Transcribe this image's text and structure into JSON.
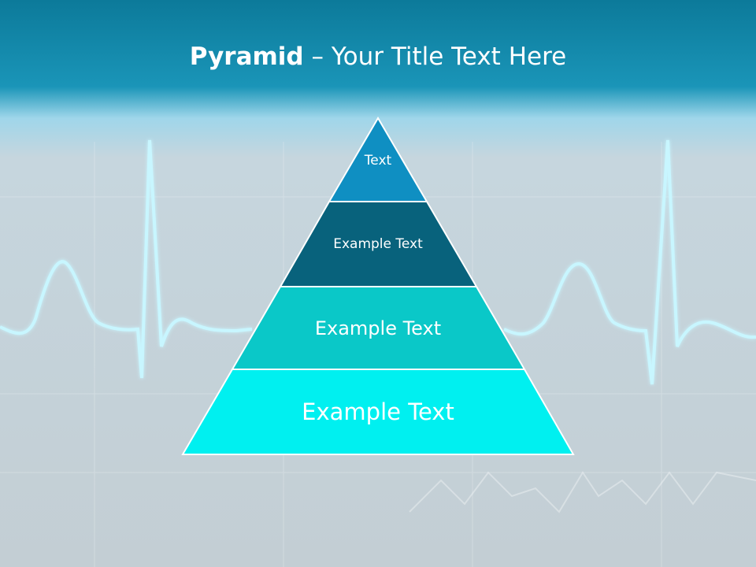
{
  "title": {
    "bold": "Pyramid",
    "rest": " – Your Title Text Here"
  },
  "pyramid": {
    "levels": [
      {
        "label": "Text",
        "color": "#0f8fc2"
      },
      {
        "label": "Example Text",
        "color": "#08627c"
      },
      {
        "label": "Example Text",
        "color": "#0ac8c8"
      },
      {
        "label": "Example Text",
        "color": "#00f0f0"
      }
    ]
  },
  "colors": {
    "header": "#0c7a9a",
    "heartbeat": "#c8f6ff",
    "background": "#c3ced4"
  }
}
